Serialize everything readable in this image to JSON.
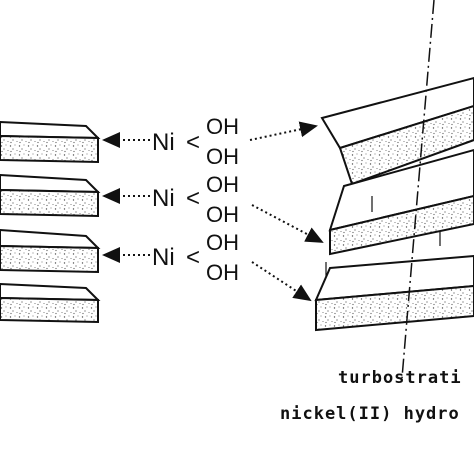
{
  "molecules": [
    {
      "metal": "Ni",
      "bond": "<",
      "ligand_top": "OH",
      "ligand_bottom": "OH"
    },
    {
      "metal": "Ni",
      "bond": "<",
      "ligand_top": "OH",
      "ligand_bottom": "OH"
    },
    {
      "metal": "Ni",
      "bond": "<",
      "ligand_top": "OH",
      "ligand_bottom": "OH"
    }
  ],
  "caption": {
    "line1": "turbostrati",
    "line2": "nickel(II) hydro"
  },
  "colors": {
    "ink": "#111111",
    "paper": "#ffffff",
    "speckle": "#555555"
  }
}
